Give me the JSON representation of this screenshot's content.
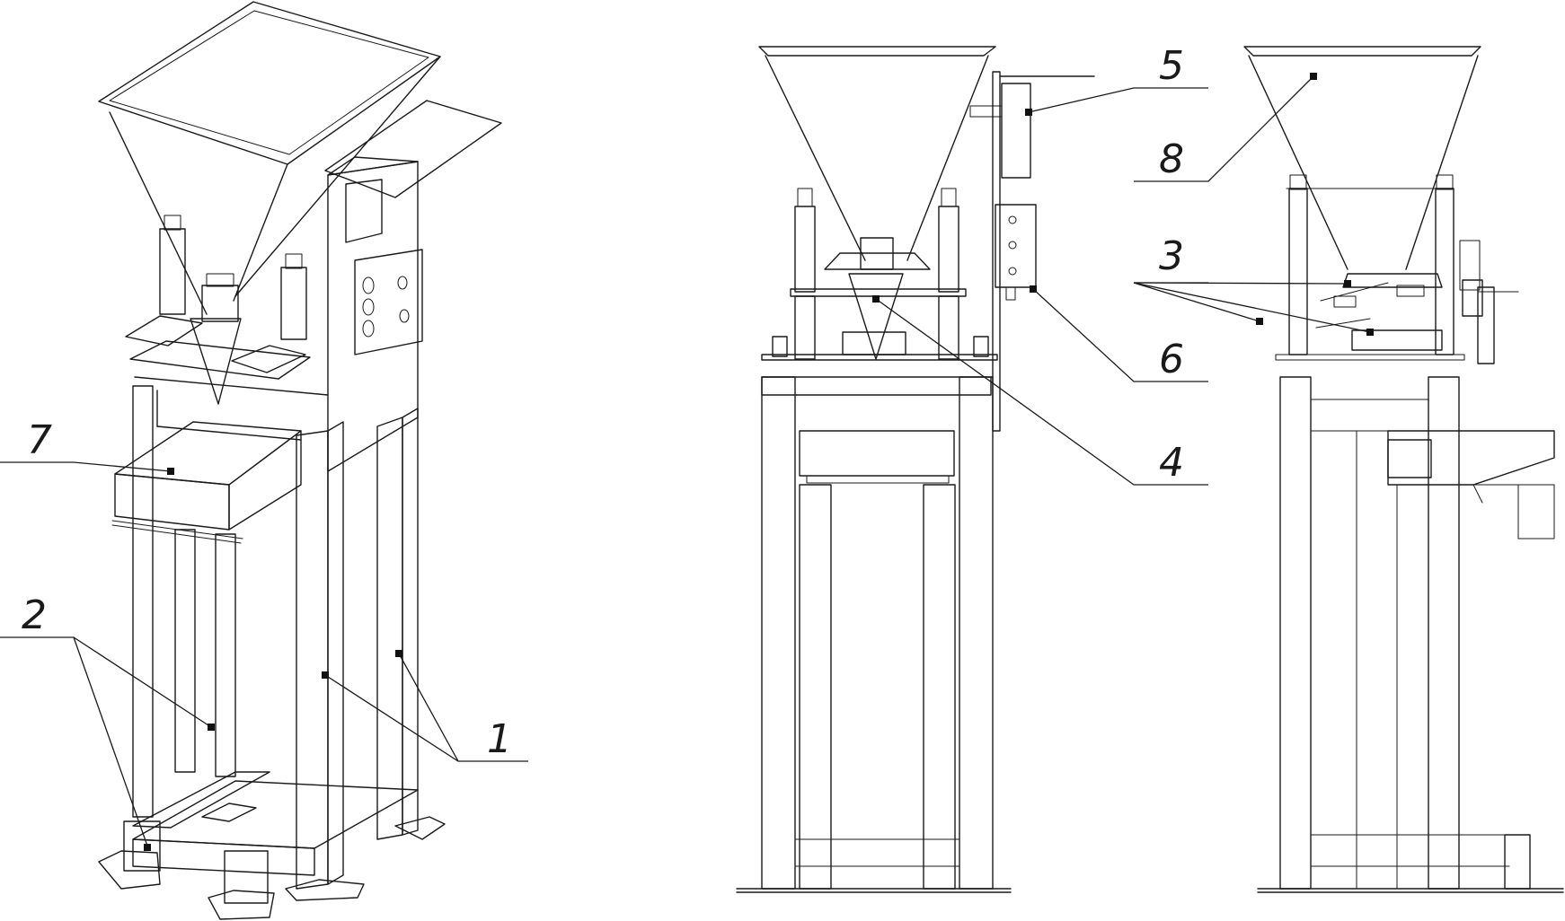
{
  "figure": {
    "callouts": {
      "c1": "1",
      "c2": "2",
      "c3": "3",
      "c4": "4",
      "c5": "5",
      "c6": "6",
      "c7": "7",
      "c8": "8"
    },
    "line_color": "#1a1a1a",
    "background": "#ffffff"
  }
}
